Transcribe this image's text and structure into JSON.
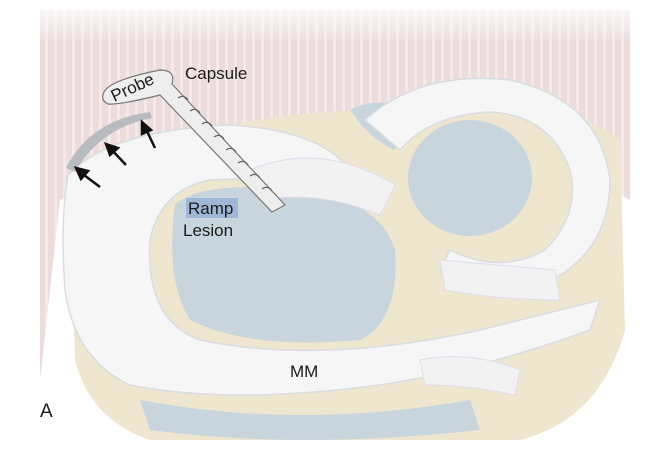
{
  "figure": {
    "panel_label": "A",
    "labels": {
      "probe": "Probe",
      "capsule": "Capsule",
      "ramp": "Ramp",
      "lesion": "Lesion",
      "mm": "MM"
    },
    "colors": {
      "capsule": "#ecdcdc",
      "tibia": "#efe6cf",
      "meniscus": "#f6f6f6",
      "cartilage": "#c9d5dc",
      "ramp_highlight": "#9fb7d6"
    }
  }
}
